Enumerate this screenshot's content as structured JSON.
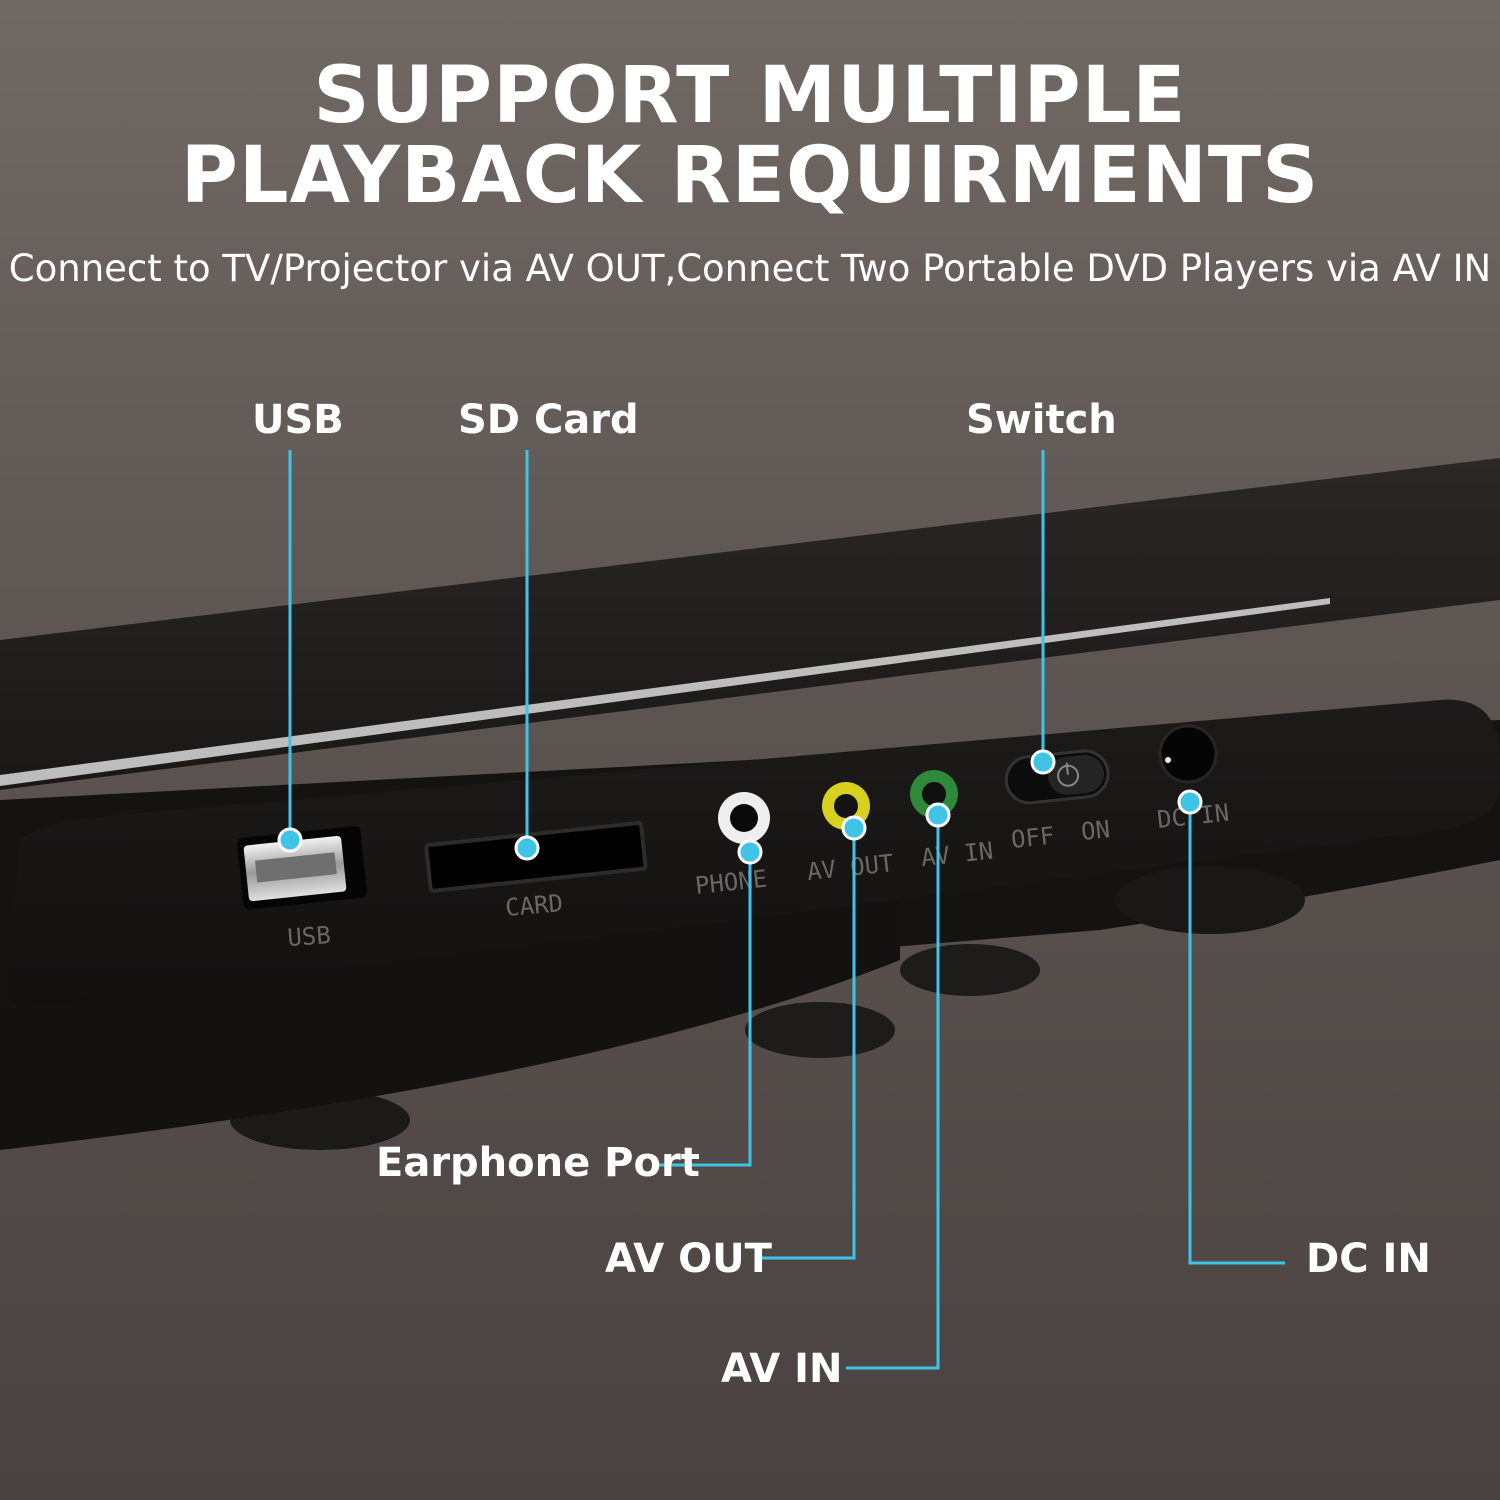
{
  "header": {
    "title_line1": "SUPPORT MULTIPLE",
    "title_line2": "PLAYBACK REQUIRMENTS",
    "subtitle": "Connect to TV/Projector via AV OUT,Connect Two Portable DVD Players via AV IN"
  },
  "callouts": {
    "usb": "USB",
    "sd_card": "SD Card",
    "switch": "Switch",
    "earphone_port": "Earphone Port",
    "av_out": "AV OUT",
    "av_in": "AV IN",
    "dc_in": "DC IN"
  },
  "device_labels": {
    "usb": "USB",
    "card": "CARD",
    "phone": "PHONE",
    "av_out": "AV OUT",
    "av_in": "AV IN",
    "off": "OFF",
    "on": "ON",
    "dc_in": "DC IN"
  },
  "colors": {
    "accent": "#3fc4e8",
    "av_out_jack": "#d8d01e",
    "av_in_jack": "#2e8a3a"
  }
}
